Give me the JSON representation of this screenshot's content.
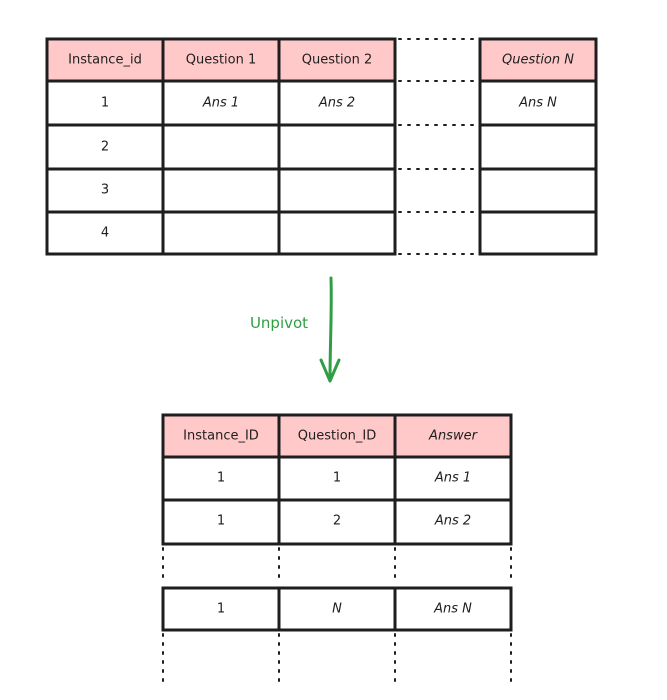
{
  "colors": {
    "header_fill": "#ffc9c9",
    "line": "#1e1e1e",
    "arrow": "#2f9e44"
  },
  "wide_table": {
    "headers": [
      "Instance_id",
      "Question 1",
      "Question 2",
      "Question N"
    ],
    "rows": [
      [
        "1",
        "Ans 1",
        "Ans 2",
        "Ans N"
      ],
      [
        "2",
        "",
        "",
        ""
      ],
      [
        "3",
        "",
        "",
        ""
      ],
      [
        "4",
        "",
        "",
        ""
      ]
    ]
  },
  "arrow": {
    "label": "Unpivot"
  },
  "long_table": {
    "headers": [
      "Instance_ID",
      "Question_ID",
      "Answer"
    ],
    "rows": [
      [
        "1",
        "1",
        "Ans 1"
      ],
      [
        "1",
        "2",
        "Ans 2"
      ],
      [
        "1",
        "N",
        "Ans N"
      ]
    ]
  }
}
